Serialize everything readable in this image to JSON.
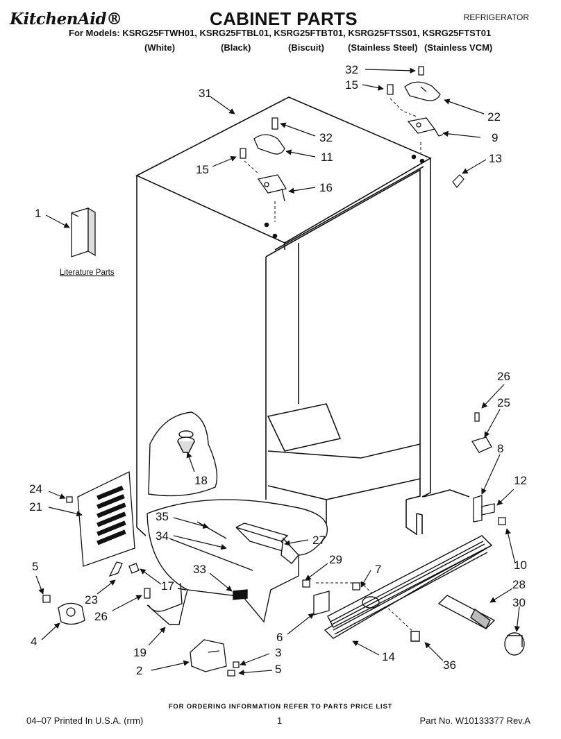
{
  "header": {
    "brand": "KitchenAid®",
    "title": "CABINET PARTS",
    "category": "REFRIGERATOR",
    "models_line": "For Models: KSRG25FTWH01, KSRG25FTBL01, KSRG25FTBT01, KSRG25FTSS01, KSRG25FTST01",
    "variants": [
      "(White)",
      "(Black)",
      "(Biscuit)",
      "(Stainless Steel)",
      "(Stainless VCM)"
    ]
  },
  "diagram": {
    "literature_label": "Literature Parts",
    "callouts": [
      "32",
      "15",
      "22",
      "9",
      "31",
      "32",
      "11",
      "15",
      "13",
      "16",
      "1",
      "26",
      "25",
      "8",
      "12",
      "24",
      "21",
      "18",
      "35",
      "27",
      "34",
      "29",
      "7",
      "10",
      "28",
      "5",
      "23",
      "17",
      "33",
      "30",
      "26",
      "4",
      "6",
      "14",
      "19",
      "3",
      "2",
      "5",
      "36"
    ]
  },
  "footer": {
    "ordering_info": "FOR ORDERING INFORMATION REFER TO PARTS PRICE LIST",
    "printed": "04–07 Printed In U.S.A. (rrm)",
    "page": "1",
    "part_no": "Part No. W10133377 Rev.A"
  },
  "colors": {
    "ink": "#111111",
    "paper": "#ffffff",
    "shade": "#d9d9d9"
  }
}
